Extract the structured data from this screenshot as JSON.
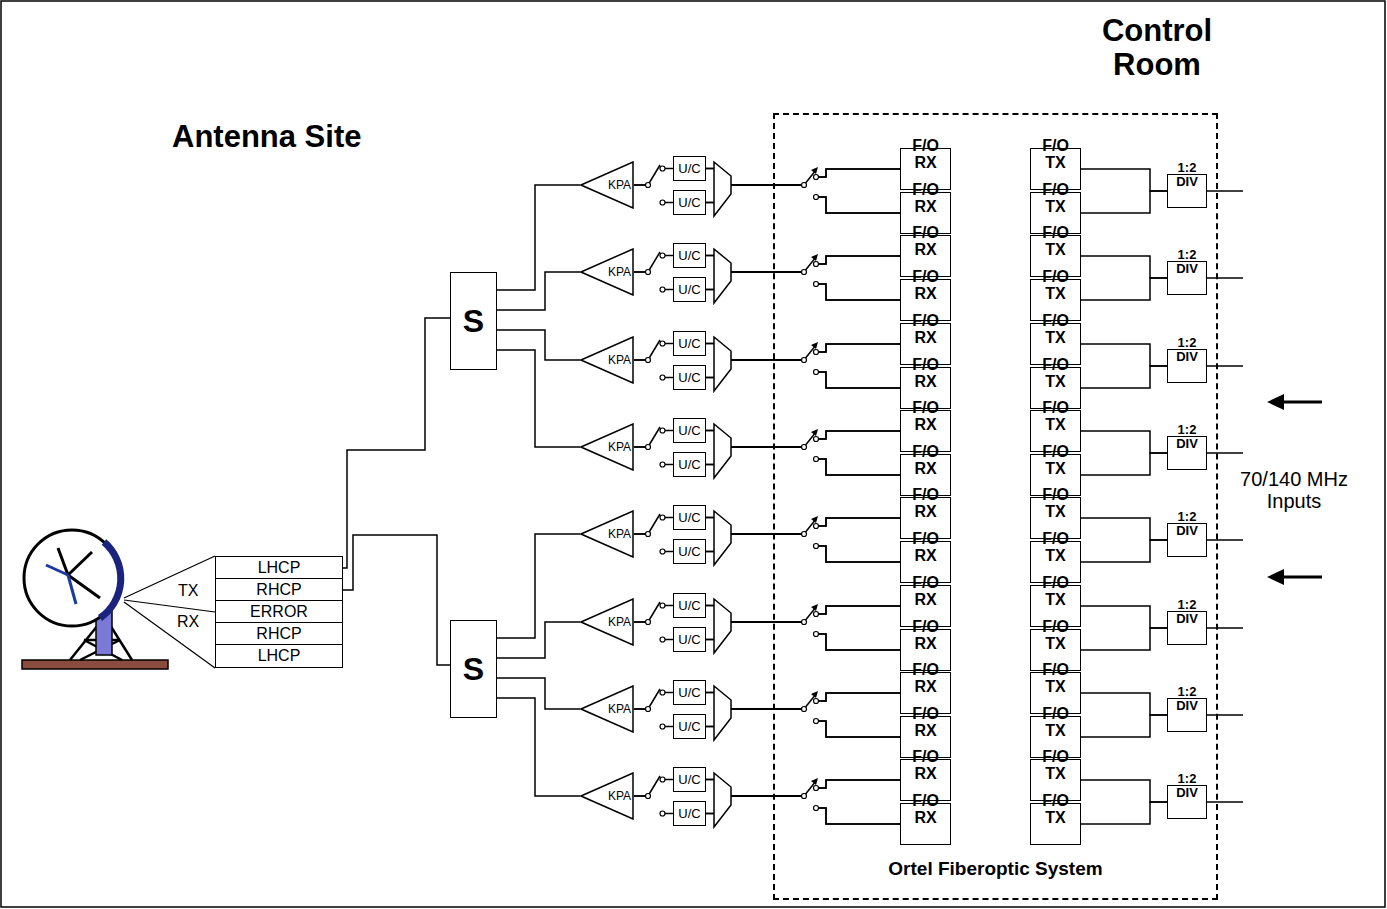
{
  "diagram": {
    "nodes": [
      {
        "text": [
          "Ortel Fiberoptic System"
        ]
      },
      {
        "text": [
          "LHCP"
        ]
      },
      {
        "text": [
          "RHCP"
        ]
      },
      {
        "text": [
          "ERROR"
        ]
      },
      {
        "text": [
          "RHCP"
        ]
      },
      {
        "text": [
          "LHCP"
        ]
      },
      {
        "text": [
          "S"
        ]
      },
      {
        "text": [
          "S"
        ]
      },
      {
        "text": [
          "KPA"
        ]
      },
      {
        "text": [
          "U/C"
        ]
      },
      {
        "text": [
          "U/C"
        ]
      },
      {
        "text": [
          "F/O RX"
        ],
        "in": 0
      },
      {
        "text": [
          "F/O RX"
        ],
        "in": 0
      },
      {
        "text": [
          "F/O TX"
        ],
        "in": 0
      },
      {
        "text": [
          "F/O TX"
        ],
        "in": 0
      },
      {
        "text": [
          "1:2 DIV"
        ],
        "in": 0
      },
      {
        "text": [
          "KPA"
        ]
      },
      {
        "text": [
          "U/C"
        ]
      },
      {
        "text": [
          "U/C"
        ]
      },
      {
        "text": [
          "F/O RX"
        ],
        "in": 0
      },
      {
        "text": [
          "F/O RX"
        ],
        "in": 0
      },
      {
        "text": [
          "F/O TX"
        ],
        "in": 0
      },
      {
        "text": [
          "F/O TX"
        ],
        "in": 0
      },
      {
        "text": [
          "1:2 DIV"
        ],
        "in": 0
      },
      {
        "text": [
          "KPA"
        ]
      },
      {
        "text": [
          "U/C"
        ]
      },
      {
        "text": [
          "U/C"
        ]
      },
      {
        "text": [
          "F/O RX"
        ],
        "in": 0
      },
      {
        "text": [
          "F/O RX"
        ],
        "in": 0
      },
      {
        "text": [
          "F/O TX"
        ],
        "in": 0
      },
      {
        "text": [
          "F/O TX"
        ],
        "in": 0
      },
      {
        "text": [
          "1:2 DIV"
        ],
        "in": 0
      },
      {
        "text": [
          "KPA"
        ]
      },
      {
        "text": [
          "U/C"
        ]
      },
      {
        "text": [
          "U/C"
        ]
      },
      {
        "text": [
          "F/O RX"
        ],
        "in": 0
      },
      {
        "text": [
          "F/O RX"
        ],
        "in": 0
      },
      {
        "text": [
          "F/O TX"
        ],
        "in": 0
      },
      {
        "text": [
          "F/O TX"
        ],
        "in": 0
      },
      {
        "text": [
          "1:2 DIV"
        ],
        "in": 0
      },
      {
        "text": [
          "KPA"
        ]
      },
      {
        "text": [
          "U/C"
        ]
      },
      {
        "text": [
          "U/C"
        ]
      },
      {
        "text": [
          "F/O RX"
        ],
        "in": 0
      },
      {
        "text": [
          "F/O RX"
        ],
        "in": 0
      },
      {
        "text": [
          "F/O TX"
        ],
        "in": 0
      },
      {
        "text": [
          "F/O TX"
        ],
        "in": 0
      },
      {
        "text": [
          "1:2 DIV"
        ],
        "in": 0
      },
      {
        "text": [
          "KPA"
        ]
      },
      {
        "text": [
          "U/C"
        ]
      },
      {
        "text": [
          "U/C"
        ]
      },
      {
        "text": [
          "F/O RX"
        ],
        "in": 0
      },
      {
        "text": [
          "F/O RX"
        ],
        "in": 0
      },
      {
        "text": [
          "F/O TX"
        ],
        "in": 0
      },
      {
        "text": [
          "F/O TX"
        ],
        "in": 0
      },
      {
        "text": [
          "1:2 DIV"
        ],
        "in": 0
      },
      {
        "text": [
          "KPA"
        ]
      },
      {
        "text": [
          "U/C"
        ]
      },
      {
        "text": [
          "U/C"
        ]
      },
      {
        "text": [
          "F/O RX"
        ],
        "in": 0
      },
      {
        "text": [
          "F/O RX"
        ],
        "in": 0
      },
      {
        "text": [
          "F/O TX"
        ],
        "in": 0
      },
      {
        "text": [
          "F/O TX"
        ],
        "in": 0
      },
      {
        "text": [
          "1:2 DIV"
        ],
        "in": 0
      },
      {
        "text": [
          "KPA"
        ]
      },
      {
        "text": [
          "U/C"
        ]
      },
      {
        "text": [
          "U/C"
        ]
      },
      {
        "text": [
          "F/O RX"
        ],
        "in": 0
      },
      {
        "text": [
          "F/O RX"
        ],
        "in": 0
      },
      {
        "text": [
          "F/O TX"
        ],
        "in": 0
      },
      {
        "text": [
          "F/O TX"
        ],
        "in": 0
      },
      {
        "text": [
          "1:2 DIV"
        ],
        "in": 0
      }
    ],
    "edges": [
      {
        "from": 1,
        "to": 6,
        "arrow": "none"
      },
      {
        "from": 2,
        "to": 7,
        "arrow": "none"
      },
      {
        "from": 6,
        "to": 8,
        "arrow": "none"
      },
      {
        "from": 6,
        "to": 16,
        "arrow": "none"
      },
      {
        "from": 6,
        "to": 24,
        "arrow": "none"
      },
      {
        "from": 6,
        "to": 32,
        "arrow": "none"
      },
      {
        "from": 7,
        "to": 40,
        "arrow": "none"
      },
      {
        "from": 7,
        "to": 48,
        "arrow": "none"
      },
      {
        "from": 7,
        "to": 56,
        "arrow": "none"
      },
      {
        "from": 7,
        "to": 64,
        "arrow": "none"
      },
      {
        "from": 9,
        "to": 8,
        "arrow": "none"
      },
      {
        "from": 10,
        "to": 8,
        "arrow": "none"
      },
      {
        "from": 11,
        "to": 9,
        "arrow": "none"
      },
      {
        "from": 11,
        "to": 10,
        "arrow": "none"
      },
      {
        "from": 12,
        "to": 9,
        "arrow": "none"
      },
      {
        "from": 12,
        "to": 10,
        "arrow": "none"
      },
      {
        "from": 15,
        "to": 13,
        "arrow": "none"
      },
      {
        "from": 15,
        "to": 14,
        "arrow": "none"
      },
      {
        "from": 17,
        "to": 16,
        "arrow": "none"
      },
      {
        "from": 18,
        "to": 16,
        "arrow": "none"
      },
      {
        "from": 19,
        "to": 17,
        "arrow": "none"
      },
      {
        "from": 19,
        "to": 18,
        "arrow": "none"
      },
      {
        "from": 20,
        "to": 17,
        "arrow": "none"
      },
      {
        "from": 20,
        "to": 18,
        "arrow": "none"
      },
      {
        "from": 23,
        "to": 21,
        "arrow": "none"
      },
      {
        "from": 23,
        "to": 22,
        "arrow": "none"
      },
      {
        "from": 25,
        "to": 24,
        "arrow": "none"
      },
      {
        "from": 26,
        "to": 24,
        "arrow": "none"
      },
      {
        "from": 27,
        "to": 25,
        "arrow": "none"
      },
      {
        "from": 27,
        "to": 26,
        "arrow": "none"
      },
      {
        "from": 28,
        "to": 25,
        "arrow": "none"
      },
      {
        "from": 28,
        "to": 26,
        "arrow": "none"
      },
      {
        "from": 31,
        "to": 29,
        "arrow": "none"
      },
      {
        "from": 31,
        "to": 30,
        "arrow": "none"
      },
      {
        "from": 33,
        "to": 32,
        "arrow": "none"
      },
      {
        "from": 34,
        "to": 32,
        "arrow": "none"
      },
      {
        "from": 35,
        "to": 33,
        "arrow": "none"
      },
      {
        "from": 35,
        "to": 34,
        "arrow": "none"
      },
      {
        "from": 36,
        "to": 33,
        "arrow": "none"
      },
      {
        "from": 36,
        "to": 34,
        "arrow": "none"
      },
      {
        "from": 39,
        "to": 37,
        "arrow": "none"
      },
      {
        "from": 39,
        "to": 38,
        "arrow": "none"
      },
      {
        "from": 41,
        "to": 40,
        "arrow": "none"
      },
      {
        "from": 42,
        "to": 40,
        "arrow": "none"
      },
      {
        "from": 43,
        "to": 41,
        "arrow": "none"
      },
      {
        "from": 43,
        "to": 42,
        "arrow": "none"
      },
      {
        "from": 44,
        "to": 41,
        "arrow": "none"
      },
      {
        "from": 44,
        "to": 42,
        "arrow": "none"
      },
      {
        "from": 47,
        "to": 45,
        "arrow": "none"
      },
      {
        "from": 47,
        "to": 46,
        "arrow": "none"
      },
      {
        "from": 49,
        "to": 48,
        "arrow": "none"
      },
      {
        "from": 50,
        "to": 48,
        "arrow": "none"
      },
      {
        "from": 51,
        "to": 49,
        "arrow": "none"
      },
      {
        "from": 51,
        "to": 50,
        "arrow": "none"
      },
      {
        "from": 52,
        "to": 49,
        "arrow": "none"
      },
      {
        "from": 52,
        "to": 50,
        "arrow": "none"
      },
      {
        "from": 55,
        "to": 53,
        "arrow": "none"
      },
      {
        "from": 55,
        "to": 54,
        "arrow": "none"
      },
      {
        "from": 57,
        "to": 56,
        "arrow": "none"
      },
      {
        "from": 58,
        "to": 56,
        "arrow": "none"
      },
      {
        "from": 59,
        "to": 57,
        "arrow": "none"
      },
      {
        "from": 59,
        "to": 58,
        "arrow": "none"
      },
      {
        "from": 60,
        "to": 57,
        "arrow": "none"
      },
      {
        "from": 60,
        "to": 58,
        "arrow": "none"
      },
      {
        "from": 63,
        "to": 61,
        "arrow": "none"
      },
      {
        "from": 63,
        "to": 62,
        "arrow": "none"
      },
      {
        "from": 65,
        "to": 64,
        "arrow": "none"
      },
      {
        "from": 66,
        "to": 64,
        "arrow": "none"
      },
      {
        "from": 67,
        "to": 65,
        "arrow": "none"
      },
      {
        "from": 67,
        "to": 66,
        "arrow": "none"
      },
      {
        "from": 68,
        "to": 65,
        "arrow": "none"
      },
      {
        "from": 68,
        "to": 66,
        "arrow": "none"
      },
      {
        "from": 71,
        "to": 69,
        "arrow": "none"
      },
      {
        "from": 71,
        "to": 70,
        "arrow": "none"
      }
    ],
    "labels": [
      "Control Room",
      "Antenna Site",
      "TX",
      "RX",
      "70/140 MHz Inputs"
    ]
  }
}
